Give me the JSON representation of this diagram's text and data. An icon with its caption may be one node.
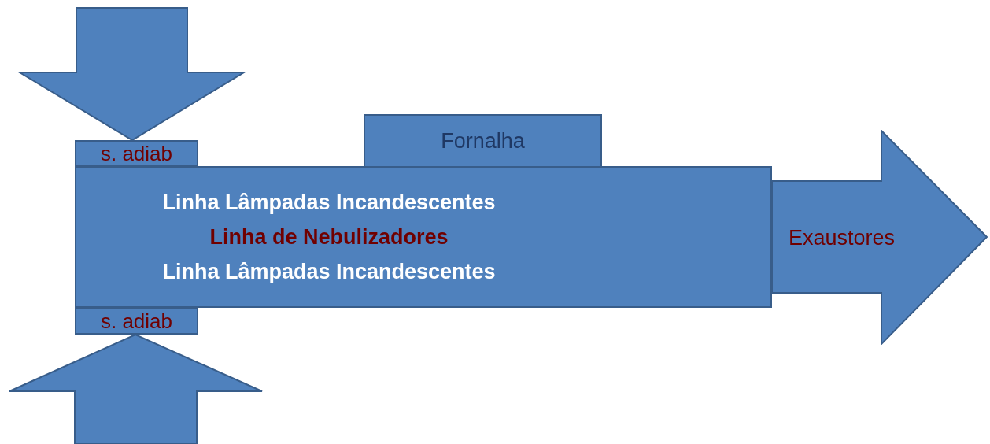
{
  "diagram": {
    "nodes": [
      {
        "text": [
          "Linha Lâmpadas Incandescentes",
          "Linha de Nebulizadores",
          "Linha Lâmpadas Incandescentes"
        ]
      },
      {
        "text": [
          "Fornalha"
        ]
      },
      {
        "text": [
          "s. adiab"
        ]
      },
      {
        "text": [
          "s. adiab"
        ]
      },
      {
        "text": [
          "Exaustores"
        ]
      }
    ],
    "edges": [
      {
        "from": null,
        "to": 2,
        "arrow": "to"
      },
      {
        "from": null,
        "to": 3,
        "arrow": "to"
      }
    ]
  }
}
